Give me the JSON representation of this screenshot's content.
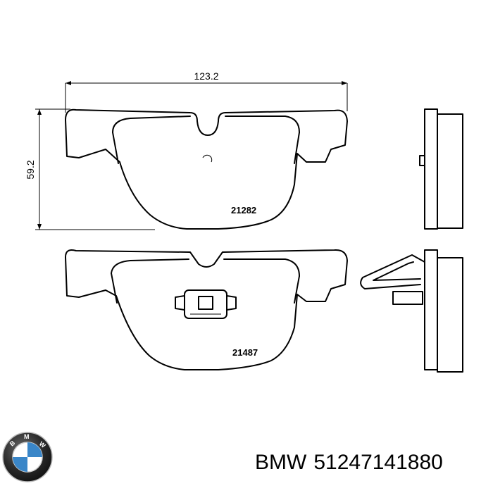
{
  "dimensions": {
    "width_label": "123.2",
    "height_label": "59.2"
  },
  "pads": [
    {
      "part_number": "21282"
    },
    {
      "part_number": "21487"
    }
  ],
  "caption": {
    "brand": "BMW",
    "part_number": "51247141880"
  },
  "logo": {
    "name": "bmw-logo",
    "colors": {
      "ring": "#1a1a1a",
      "blue": "#3a86c8",
      "white": "#ffffff"
    }
  }
}
